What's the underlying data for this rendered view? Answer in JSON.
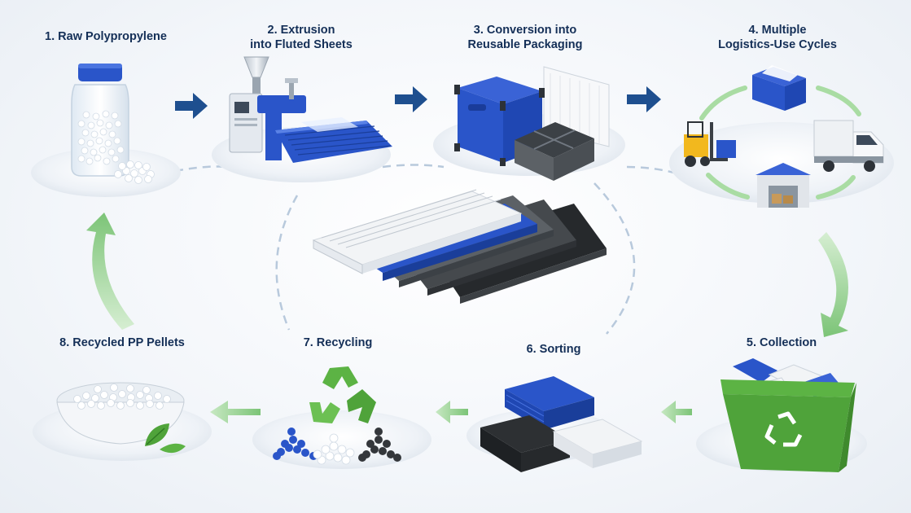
{
  "steps": [
    {
      "id": 1,
      "lines": [
        "1. Raw Polypropylene"
      ]
    },
    {
      "id": 2,
      "lines": [
        "2. Extrusion",
        "into Fluted Sheets"
      ]
    },
    {
      "id": 3,
      "lines": [
        "3. Conversion into",
        "Reusable Packaging"
      ]
    },
    {
      "id": 4,
      "lines": [
        "4. Multiple",
        "Logistics-Use Cycles"
      ]
    },
    {
      "id": 5,
      "lines": [
        "5. Collection"
      ]
    },
    {
      "id": 6,
      "lines": [
        "6. Sorting"
      ]
    },
    {
      "id": 7,
      "lines": [
        "7. Recycling"
      ]
    },
    {
      "id": 8,
      "lines": [
        "8. Recycled PP Pellets"
      ]
    }
  ],
  "colors": {
    "label": "#142f57",
    "arrow_blue": "#1e4f8f",
    "arrow_green": "#8fcf8a",
    "pp_blue": "#2a55c9",
    "pp_grey": "#5c6166",
    "pp_black": "#26292c",
    "pp_white": "#f2f4f6",
    "bin_green": "#4fa33a"
  },
  "icons": {
    "step1": "pellet-jar-icon",
    "step2": "extruder-machine-icon",
    "step3": "foldable-crate-icon",
    "step4": "logistics-cycle-icon",
    "step5": "recycling-bin-icon",
    "step6": "sorted-sheets-icon",
    "step7": "recycle-symbol-icon",
    "step8": "pellet-bowl-icon",
    "center": "fluted-sheet-stack-icon"
  }
}
